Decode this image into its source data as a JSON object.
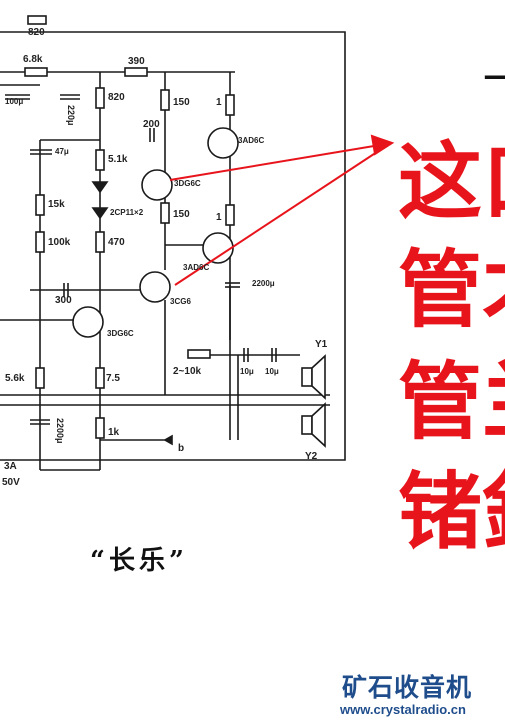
{
  "overlay": {
    "lines": [
      "这",
      "管",
      "管",
      "锗"
    ],
    "partial_lines": [
      "一",
      "口",
      "才",
      "兰",
      "釒"
    ]
  },
  "caption": "“长乐”",
  "brand": {
    "name": "矿石收音机",
    "url": "www.crystalradio.cn"
  },
  "schematic": {
    "resistors": [
      "820",
      "6.8k",
      "390",
      "820",
      "150",
      "1",
      "5.1k",
      "15k",
      "100k",
      "470",
      "150",
      "1",
      "5.6k",
      "7.5",
      "1k",
      "2~10k"
    ],
    "capacitors": [
      "100μ",
      "220μ",
      "47μ",
      "200",
      "300",
      "2200μ",
      "2200μ",
      "10μ",
      "10μ"
    ],
    "transistors": [
      "3AD6C",
      "3DG6C",
      "3AD6C",
      "3CG6",
      "3DG6C"
    ],
    "diodes": "2CP11×2",
    "speakers": [
      "Y1",
      "Y2"
    ],
    "output": "b",
    "supply": [
      "3A",
      "50V"
    ]
  },
  "colors": {
    "arrow": "#e8141c",
    "brand": "#1f4d8c"
  }
}
